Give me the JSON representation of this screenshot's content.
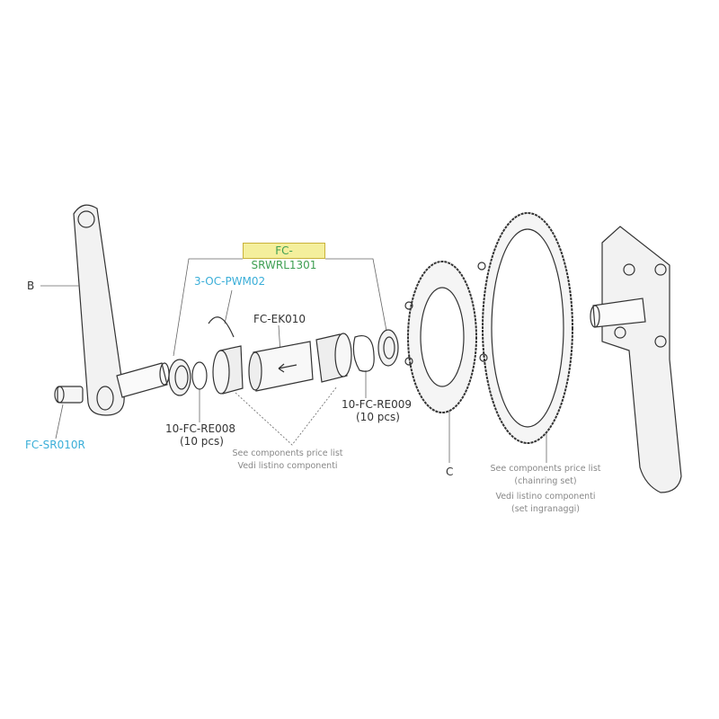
{
  "labels": {
    "b": "B",
    "c": "C",
    "fc_sr010r": "FC-SR010R",
    "fc_srwrl1301": "FC-SRWRL1301",
    "oc_pwm02": "3-OC-PWM02",
    "fc_ek010": "FC-EK010",
    "fc_re008": "10-FC-RE008",
    "fc_re008_qty": "(10 pcs)",
    "fc_re009": "10-FC-RE009",
    "fc_re009_qty": "(10 pcs)"
  },
  "notes": {
    "bb_line1": "See components price list",
    "bb_line2": "Vedi listino componenti",
    "ring_line1": "See components price list",
    "ring_line2": "(chainring set)",
    "ring_line3": "Vedi listino componenti",
    "ring_line4": "(set ingranaggi)"
  },
  "colors": {
    "link": "#3aaed8",
    "highlight": "#f4ef9c",
    "highlight_text": "#3f9f52"
  }
}
